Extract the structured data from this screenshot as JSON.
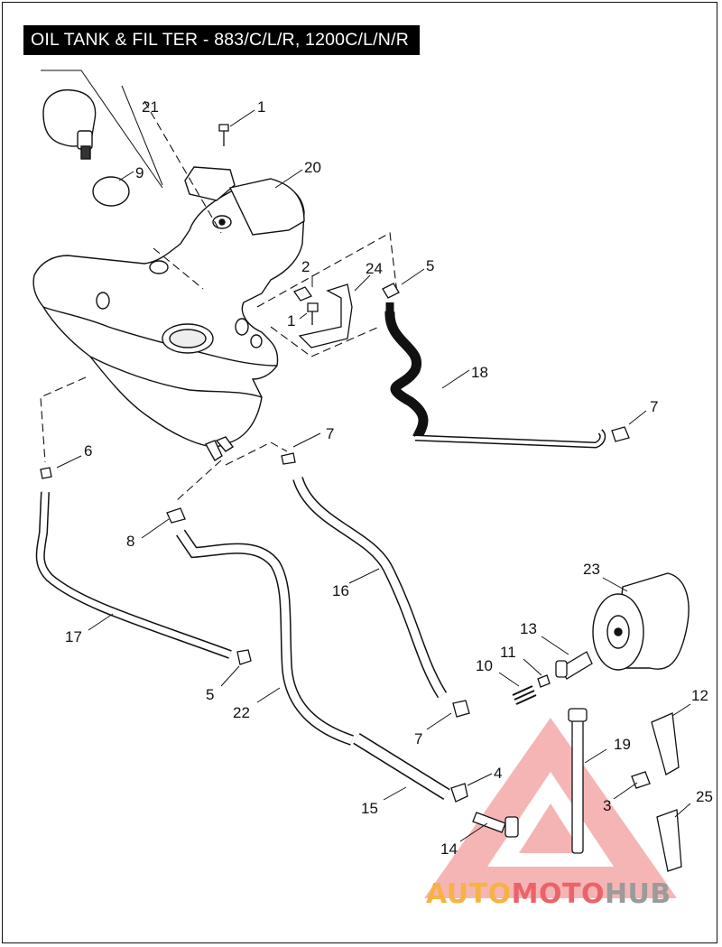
{
  "title": "OIL TANK & FIL TER - 883/C/L/R, 1200C/L/N/R",
  "callouts": {
    "c1a": "1",
    "c1b": "1",
    "c2": "2",
    "c3": "3",
    "c4": "4",
    "c5a": "5",
    "c5b": "5",
    "c6": "6",
    "c7a": "7",
    "c7b": "7",
    "c7c": "7",
    "c8": "8",
    "c9": "9",
    "c10": "10",
    "c11": "11",
    "c12": "12",
    "c13": "13",
    "c14": "14",
    "c15": "15",
    "c16": "16",
    "c17": "17",
    "c18": "18",
    "c19": "19",
    "c20": "20",
    "c21": "21",
    "c22": "22",
    "c23": "23",
    "c24": "24",
    "c25": "25"
  },
  "watermark": {
    "part1": "AUTO",
    "part2": "MOTO",
    "part3": "HUB",
    "color_orange": "#f5a623",
    "color_red": "#e8484f",
    "color_gray": "#8a8a8a"
  }
}
